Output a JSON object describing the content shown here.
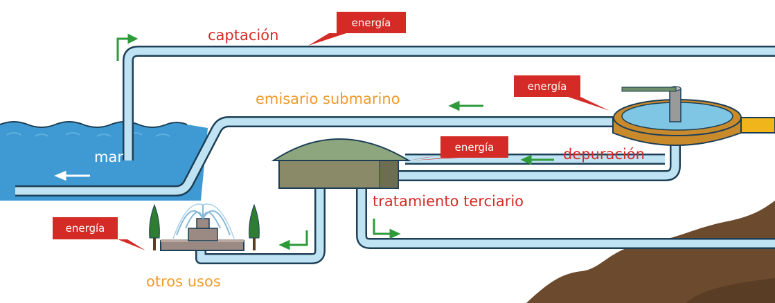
{
  "labels": {
    "captacion": "captación",
    "emisario": "emisario submarino",
    "mar": "mar",
    "depuracion": "depuración",
    "tratamiento": "tratamiento terciario",
    "otros_usos": "otros usos"
  },
  "energy_tag": "energía",
  "colors": {
    "pipe_fill": "#bfe3f2",
    "pipe_outline": "#1c3f57",
    "sea": "#3f9ad3",
    "tag": "#d42b26",
    "red_label": "#d42b26",
    "orange_label": "#f19a2a",
    "arrow_green": "#2e9a3a",
    "tank_rim": "#c98a2c",
    "building_roof": "#8ea67d",
    "building_wall": "#8a8a68",
    "ground": "#6b4a2e"
  },
  "icons": {
    "flow_arrow": "green-arrow-icon",
    "sea_arrow": "white-arrow-icon",
    "tree": "cypress-tree-icon",
    "fountain": "fountain-icon"
  }
}
